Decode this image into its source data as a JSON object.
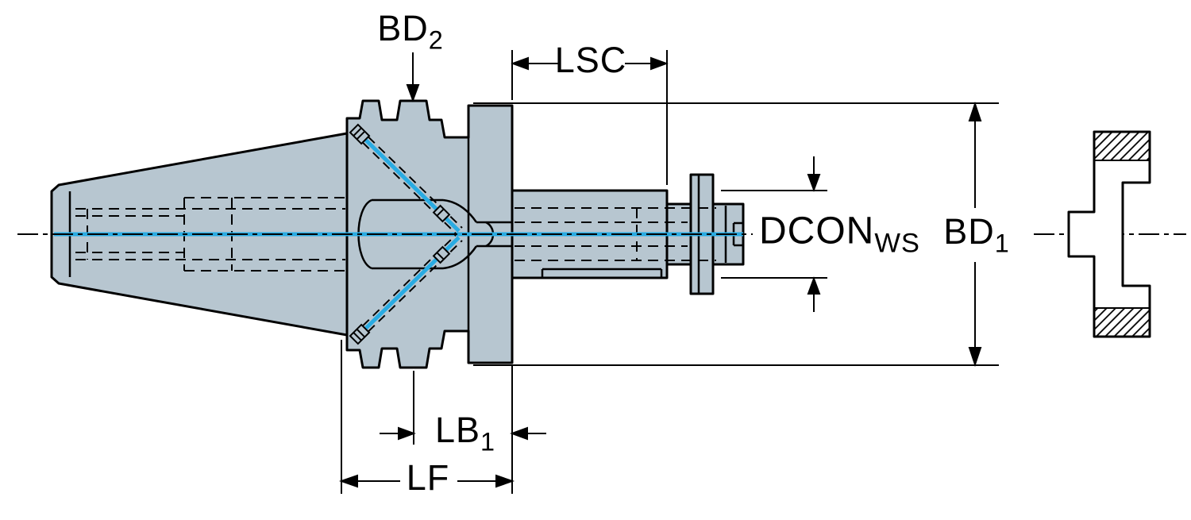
{
  "diagram": {
    "type": "technical-drawing-tool-holder",
    "background": "#ffffff",
    "colors": {
      "body_fill": "#b7c6d0",
      "outline": "#000000",
      "coolant_highlight": "#29abe2"
    },
    "labels": {
      "bd2": {
        "main": "BD",
        "sub": "2"
      },
      "lsc": {
        "main": "LSC",
        "sub": ""
      },
      "dcon": {
        "main": "DCON",
        "sub": "WS"
      },
      "bd1": {
        "main": "BD",
        "sub": "1"
      },
      "lb1": {
        "main": "LB",
        "sub": "1"
      },
      "lf": {
        "main": "LF",
        "sub": ""
      }
    }
  }
}
